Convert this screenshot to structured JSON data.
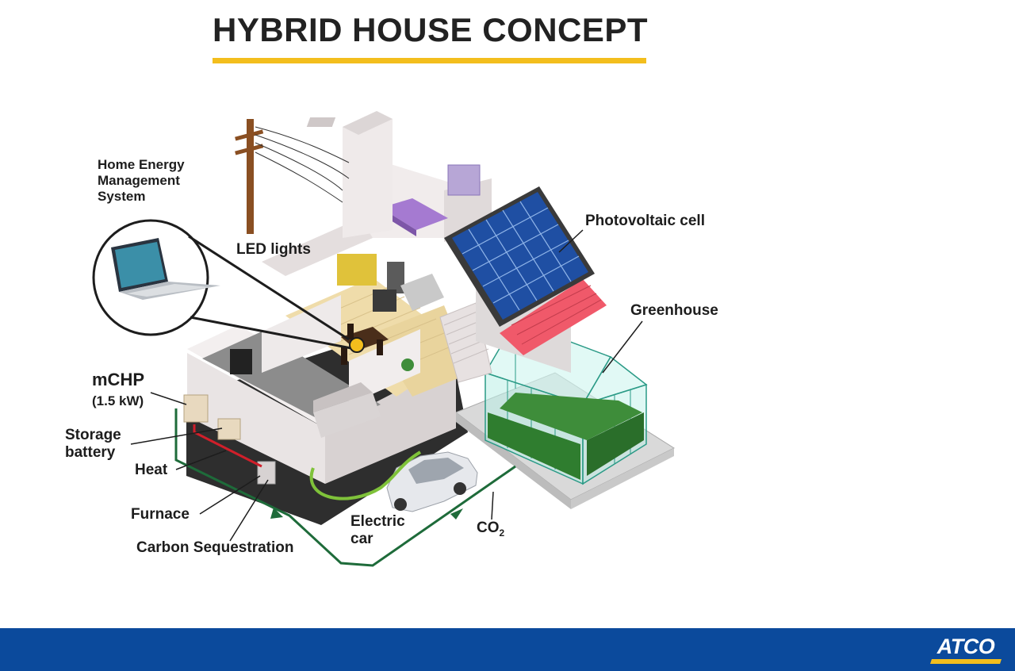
{
  "title": "HYBRID HOUSE CONCEPT",
  "labels": {
    "hems": [
      "Home Energy",
      "Management",
      "System"
    ],
    "led_lights": "LED lights",
    "photovoltaic": "Photovoltaic cell",
    "greenhouse": "Greenhouse",
    "mchp": "mCHP",
    "mchp_power": "(1.5 kW)",
    "storage": [
      "Storage",
      "battery"
    ],
    "heat": "Heat",
    "furnace": "Furnace",
    "carbon": "Carbon Sequestration",
    "electric_car": [
      "Electric",
      "car"
    ],
    "co2": "CO",
    "co2_sub": "2"
  },
  "logo": "ATCO",
  "colors": {
    "accent_yellow": "#f3be1d",
    "footer_blue": "#0b4a9c",
    "flow_green": "#1e6b3a",
    "heat_red": "#d01f2a",
    "panel_blue": "#1f4fa3"
  }
}
